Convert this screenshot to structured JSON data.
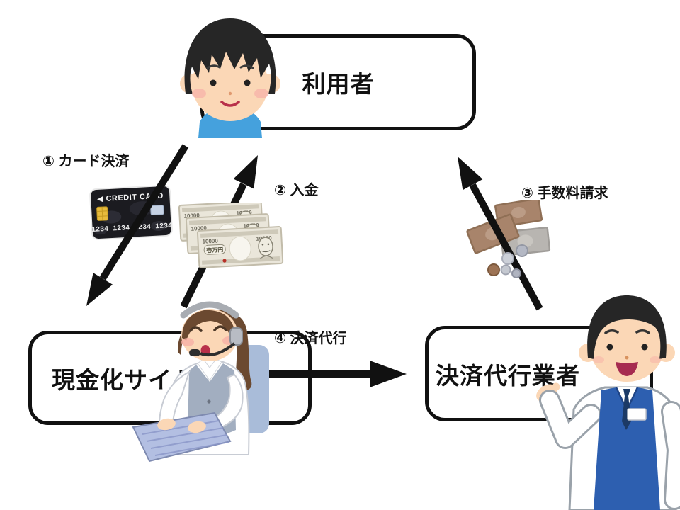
{
  "nodes": {
    "user": {
      "label": "利用者"
    },
    "cash_site": {
      "label": "現金化サイト"
    },
    "agency": {
      "label": "決済代行業者"
    }
  },
  "flows": {
    "card_payment": {
      "label": "① カード決済",
      "from": "利用者",
      "to": "現金化サイト"
    },
    "deposit": {
      "label": "② 入金",
      "from": "現金化サイト",
      "to": "利用者"
    },
    "fee_billing": {
      "label": "③ 手数料請求",
      "from": "決済代行業者",
      "to": "利用者"
    },
    "settlement": {
      "label": "④ 決済代行",
      "from": "現金化サイト",
      "to": "決済代行業者"
    }
  },
  "items": {
    "credit_card": {
      "brand": "◀ CREDIT CARD",
      "number": "1234 1234 1234 1234"
    },
    "banknote": {
      "denomination": "10000",
      "face_value": "壱万円"
    }
  },
  "colors": {
    "outline": "#111111",
    "boy_shirt": "#45a1dd",
    "operator_vest": "#a2aec0",
    "operator_hair": "#6b4930",
    "agent_vest": "#2d5fb0",
    "card_black": "#1b1b20",
    "chip_gold": "#e7bb3d",
    "bill_beige": "#eae6da",
    "money_brown": "#a8846b",
    "money_gray": "#b8b5b1",
    "skin": "#fbd7b6"
  }
}
